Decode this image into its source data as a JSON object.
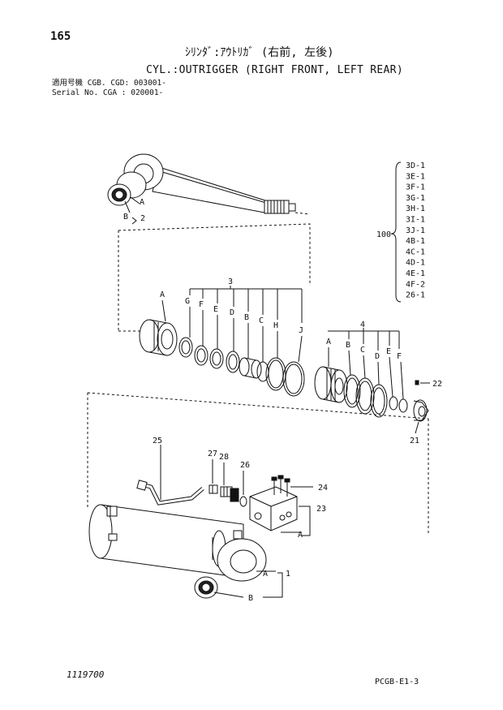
{
  "page_number": "165",
  "title_jp": "ｼﾘﾝﾀﾞ:ｱｳﾄﾘｶﾞ (右前, 左後)",
  "title_en": "CYL.:OUTRIGGER (RIGHT FRONT, LEFT REAR)",
  "serial_line_1": "適用号機 CGB. CGD: 003001-",
  "serial_line_2": "Serial No. CGA     : 020001-",
  "kit": {
    "number": "100",
    "items": [
      "3D-1",
      "3E-1",
      "3F-1",
      "3G-1",
      "3H-1",
      "3I-1",
      "3J-1",
      "4B-1",
      "4C-1",
      "4D-1",
      "4E-1",
      "4F-2",
      "26-1"
    ]
  },
  "callouts": {
    "rod_A": "A",
    "rod_B": "B",
    "rod_2": "2",
    "set3": "3",
    "set4": "4",
    "s3_A": "A",
    "s3_G": "G",
    "s3_F": "F",
    "s3_E": "E",
    "s3_D": "D",
    "s3_B": "B",
    "s3_C": "C",
    "s3_H": "H",
    "s3_J": "J",
    "s4_A": "A",
    "s4_B": "B",
    "s4_C": "C",
    "s4_D": "D",
    "s4_E": "E",
    "s4_F": "F",
    "p21": "21",
    "p22": "22",
    "p23": "23",
    "p24": "24",
    "p25": "25",
    "p26": "26",
    "p27": "27",
    "p28": "28",
    "p23_A": "A",
    "p1": "1",
    "p1_A": "A",
    "p1_B": "B"
  },
  "footer_left": "1119700",
  "footer_right": "PCGB-E1-3"
}
